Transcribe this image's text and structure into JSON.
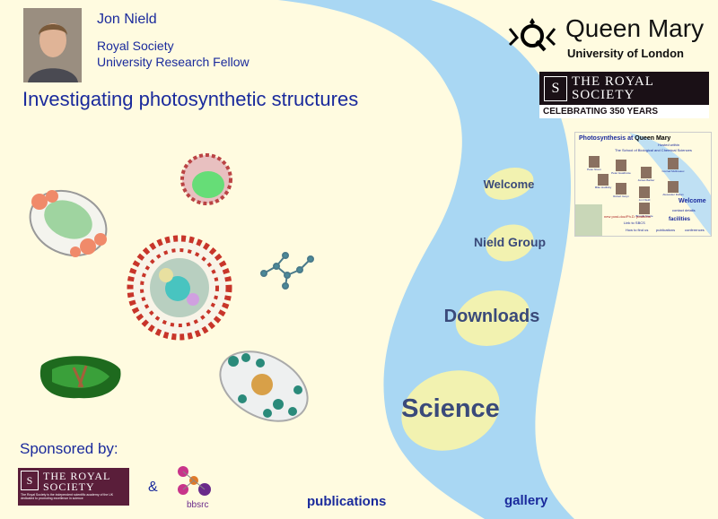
{
  "header": {
    "name": "Jon Nield",
    "affiliation_line1": "Royal Society",
    "affiliation_line2": "University Research Fellow",
    "title": "Investigating photosynthetic structures"
  },
  "logos": {
    "qm_name": "Queen Mary",
    "qm_sub": "University of London",
    "rs_line1": "THE ROYAL",
    "rs_line2": "SOCIETY",
    "rs_banner": "CELEBRATING 350 YEARS",
    "sponsor_rs_line1": "THE ROYAL",
    "sponsor_rs_line2": "SOCIETY",
    "sponsor_rs_tag": "The Royal Society is the independent scientific academy of the UK dedicated to promoting excellence in science",
    "bbsrc": "bbsrc"
  },
  "thumbnail": {
    "title": "Photosynthesis at",
    "title_logo": "Queen Mary",
    "subtitle1": "Hosted within",
    "subtitle2": "The School of Biological and Chemical Sciences",
    "welcome": "Welcome",
    "facilities": "facilities",
    "contact": "contact details",
    "publications": "publications",
    "conferences": "conferences",
    "positions": "new post-doc/Ph.D. positions",
    "sbcs": "Link to SBCS",
    "howto": "How to find us",
    "people": [
      "Peter Nixon",
      "Peter Heathcote",
      "James Barber",
      "Conrad Mullineaux",
      "Mike Hudlicky",
      "Robert Gwyn",
      "Jon Nield",
      "Alexander Ruban",
      "Brenda Steele"
    ]
  },
  "nav": {
    "welcome": "Welcome",
    "group": "Nield Group",
    "downloads": "Downloads",
    "science": "Science",
    "publications": "publications",
    "gallery": "gallery"
  },
  "footer": {
    "sponsored": "Sponsored by:",
    "ampersand": "&"
  },
  "colors": {
    "river": "#a9d7f3",
    "text_blue": "#1a2a9c",
    "nav_text": "#3a4a7a",
    "oval": "#f2f2b0",
    "background": "#fffbe0"
  }
}
